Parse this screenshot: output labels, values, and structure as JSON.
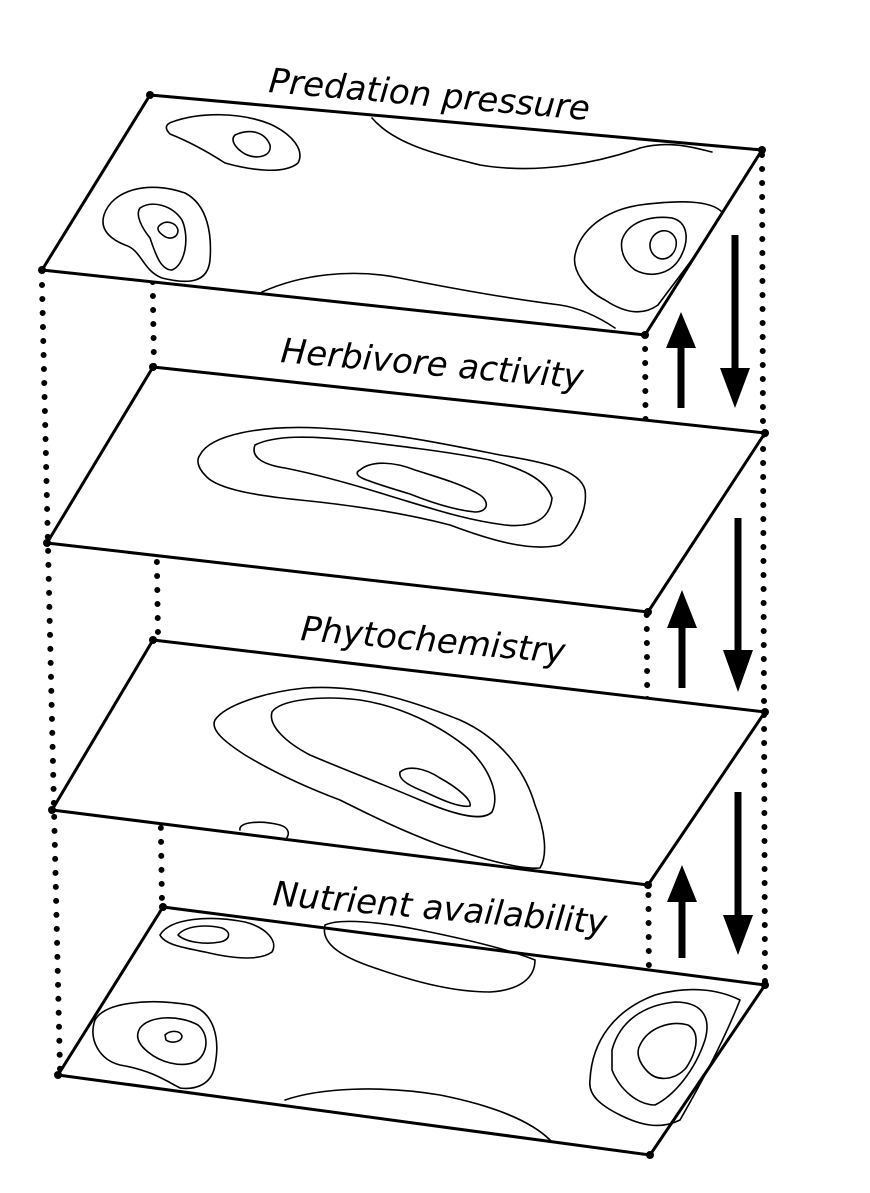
{
  "layers": [
    {
      "label": "Predation pressure"
    },
    {
      "label": "Herbivore activity"
    },
    {
      "label": "Phytochemistry"
    },
    {
      "label": "Nutrient availability"
    }
  ]
}
